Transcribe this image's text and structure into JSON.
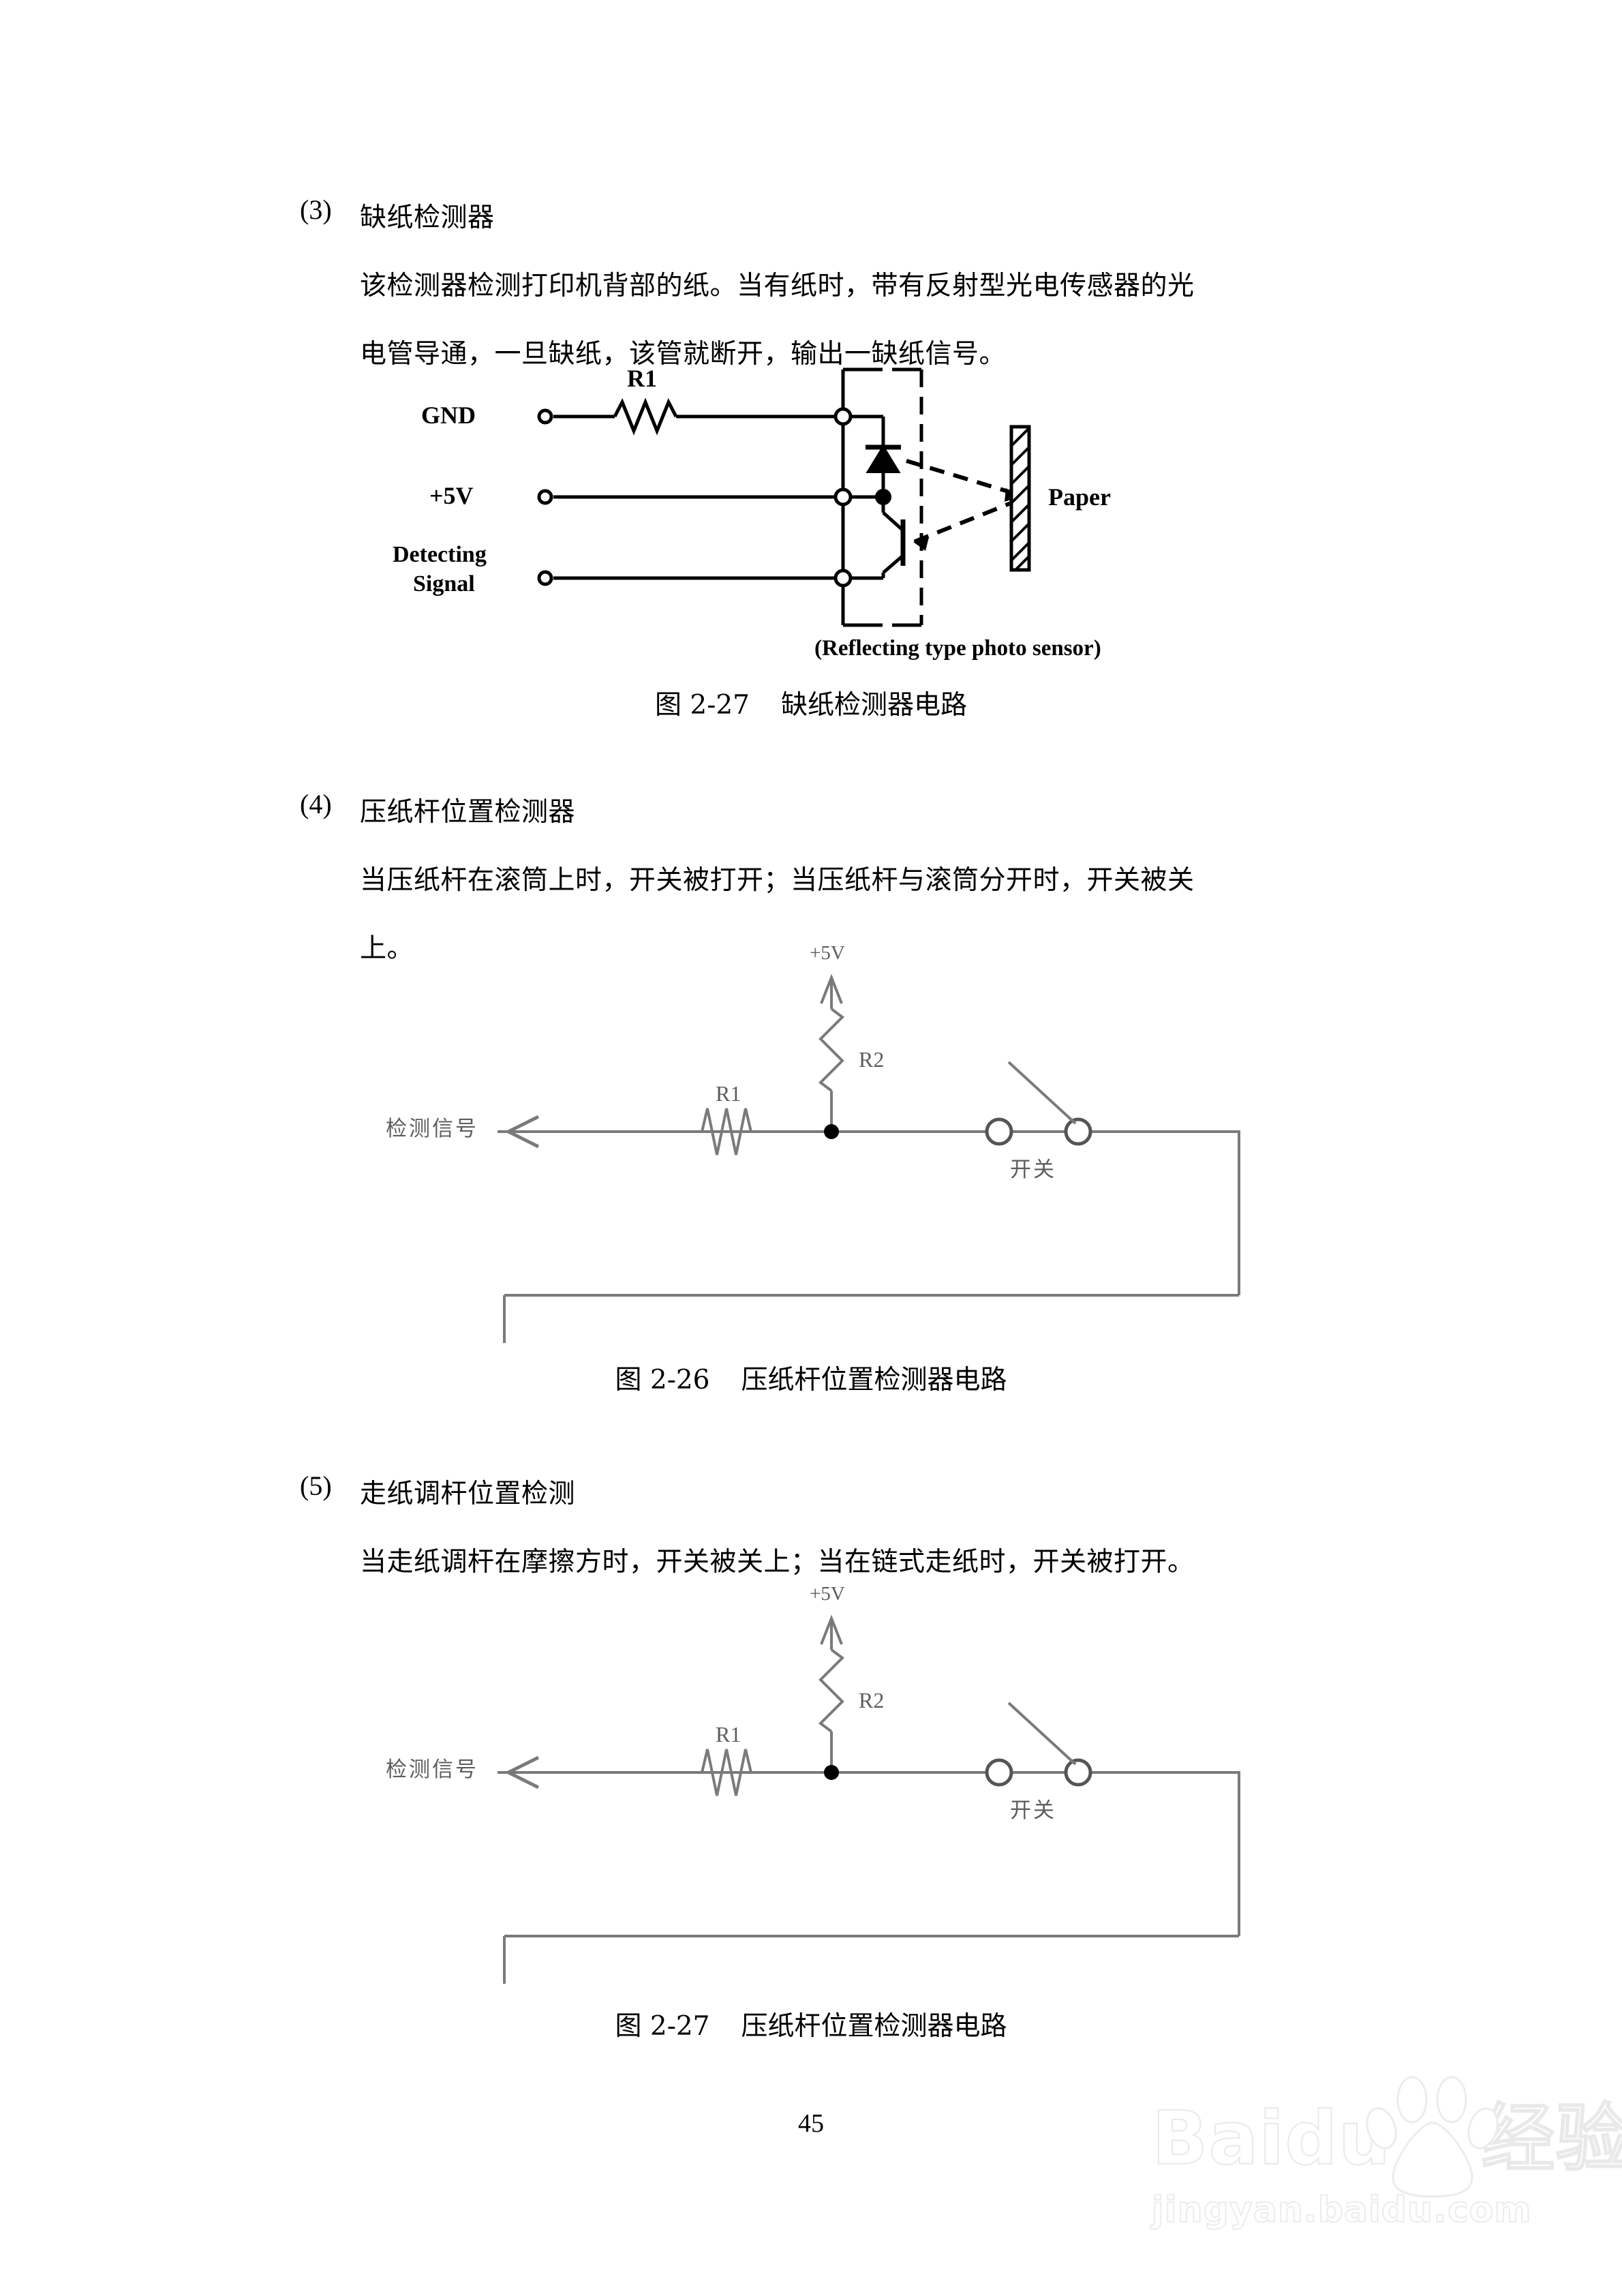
{
  "document": {
    "page_number": "45"
  },
  "sections": [
    {
      "number": "(3)",
      "heading": "缺纸检测器",
      "lines": [
        "该检测器检测打印机背部的纸。当有纸时，带有反射型光电传感器的光",
        "电管导通，一旦缺纸，该管就断开，输出一缺纸信号。"
      ]
    },
    {
      "number": "(4)",
      "heading": "压纸杆位置检测器",
      "lines": [
        "当压纸杆在滚筒上时，开关被打开；当压纸杆与滚筒分开时，开关被关",
        "上。"
      ]
    },
    {
      "number": "(5)",
      "heading": "走纸调杆位置检测",
      "lines": [
        "当走纸调杆在摩擦方时，开关被关上；当在链式走纸时，开关被打开。"
      ]
    }
  ],
  "figures": [
    {
      "id": "fig-2-27-paper-end",
      "caption_number": "图 2-27",
      "caption_title": "缺纸检测器电路",
      "labels": {
        "gnd": "GND",
        "plus5v": "+5V",
        "detecting_signal_l1": "Detecting",
        "detecting_signal_l2": "Signal",
        "r1": "R1",
        "paper": "Paper",
        "sensor_note": "(Reflecting type photo sensor)"
      }
    },
    {
      "id": "fig-2-26-bail-lever",
      "caption_number": "图 2-26",
      "caption_title": "压纸杆位置检测器电路",
      "labels": {
        "detecting_signal": "检测信号",
        "supply": "+5V",
        "r1": "R1",
        "r2": "R2",
        "switch": "开关"
      }
    },
    {
      "id": "fig-2-27-feed-lever",
      "caption_number": "图 2-27",
      "caption_title": "压纸杆位置检测器电路",
      "labels": {
        "detecting_signal": "检测信号",
        "supply": "+5V",
        "r1": "R1",
        "r2": "R2",
        "switch": "开关"
      }
    }
  ],
  "watermark": {
    "brand": "Baidu",
    "brand_cn": "经验",
    "url": "jingyan.baidu.com"
  },
  "colors": {
    "ink": "#000000",
    "circuit_gray": "#7a7a7a",
    "watermark": "#ededed"
  }
}
